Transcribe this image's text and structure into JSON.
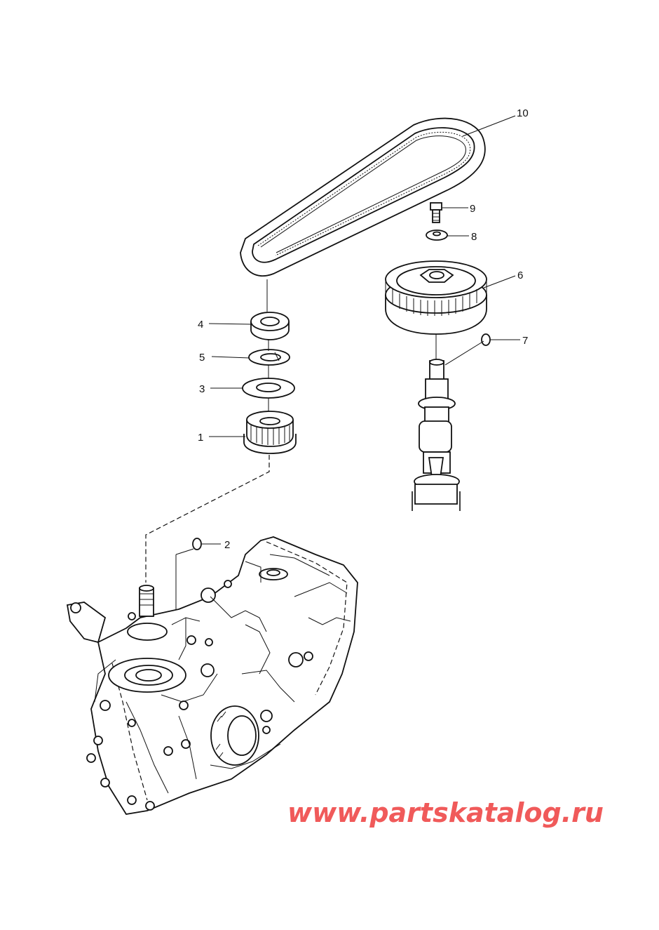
{
  "callouts": [
    {
      "id": "1",
      "label": "1"
    },
    {
      "id": "2",
      "label": "2"
    },
    {
      "id": "3",
      "label": "3"
    },
    {
      "id": "4",
      "label": "4"
    },
    {
      "id": "5",
      "label": "5"
    },
    {
      "id": "6",
      "label": "6"
    },
    {
      "id": "7",
      "label": "7"
    },
    {
      "id": "8",
      "label": "8"
    },
    {
      "id": "9",
      "label": "9"
    },
    {
      "id": "10",
      "label": "10"
    }
  ],
  "watermark": "www.partskatalog.ru",
  "colors": {
    "line": "#111111",
    "watermark": "#f05a5a",
    "background": "#ffffff"
  }
}
